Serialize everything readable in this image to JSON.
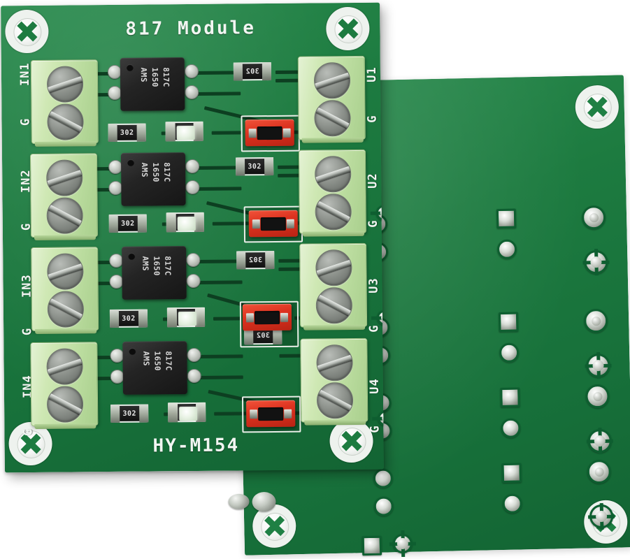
{
  "scene": {
    "description": "Two PCB boards photographed on white background",
    "background_color": "#ffffff",
    "pcb_green": "#1d7b40",
    "terminal_green": "#bcdda0",
    "jumper_red": "#dd3320",
    "silkscreen_white": "#f2f6f2",
    "ic_black": "#1a1a1a"
  },
  "front_board": {
    "title": "817 Module",
    "model": "HY-M154",
    "input_labels": [
      "IN1",
      "G",
      "IN2",
      "G",
      "IN3",
      "G",
      "IN4",
      "G"
    ],
    "output_labels": [
      "U1",
      "G",
      "U2",
      "G",
      "U3",
      "G",
      "U4",
      "G"
    ],
    "channels": [
      {
        "index": 1,
        "input_terminal": "IN1",
        "output_terminal": "U1",
        "ic_marking": [
          "817C",
          "1650",
          "AMS"
        ],
        "resistor_in": "302",
        "resistor_out": "302",
        "led": "led-indicator",
        "jumper": "jumper-red"
      },
      {
        "index": 2,
        "input_terminal": "IN2",
        "output_terminal": "U2",
        "ic_marking": [
          "817C",
          "1650",
          "AMS"
        ],
        "resistor_in": "302",
        "resistor_out": "302",
        "led": "led-indicator",
        "jumper": "jumper-red"
      },
      {
        "index": 3,
        "input_terminal": "IN3",
        "output_terminal": "U3",
        "ic_marking": [
          "817C",
          "1650",
          "AMS"
        ],
        "resistor_in": "302",
        "resistor_out": "302",
        "led": "led-indicator",
        "jumper": "jumper-red"
      },
      {
        "index": 4,
        "input_terminal": "IN4",
        "output_terminal": "U4",
        "ic_marking": [
          "817C",
          "1650",
          "AMS"
        ],
        "resistor_in": "302",
        "resistor_out": "302",
        "led": "led-indicator",
        "jumper": "jumper-red"
      }
    ],
    "mounting_holes": 4
  },
  "back_board": {
    "mounting_holes": 4,
    "pad_rows": 4,
    "pads_per_row": 6,
    "extra_pads": 2
  }
}
